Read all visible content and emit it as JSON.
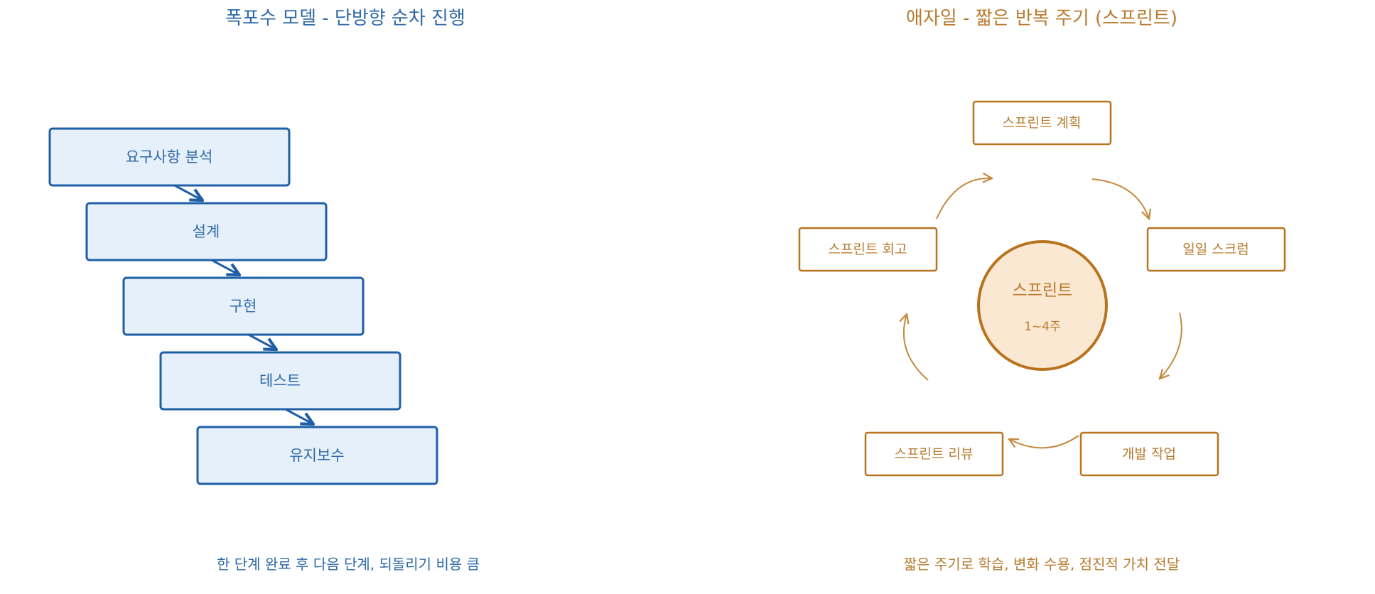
{
  "colors": {
    "blue_stroke": "#1f5fa6",
    "blue_fill": "#e6f0fa",
    "blue_text": "#2f6aa8",
    "orange_stroke": "#b8731f",
    "orange_fill": "#fbe8d2",
    "orange_text": "#b87a2e"
  },
  "waterfall": {
    "title": "폭포수 모델 - 단방향 순차 진행",
    "steps": [
      "요구사항 분석",
      "설계",
      "구현",
      "테스트",
      "유지보수"
    ],
    "caption": "한 단계 완료 후 다음 단계, 되돌리기 비용 큼"
  },
  "agile": {
    "title": "애자일 - 짧은 반복 주기 (스프린트)",
    "center_label": "스프린트",
    "center_sub": "1~4주",
    "stages": [
      "스프린트 계획",
      "일일 스크럼",
      "개발 작업",
      "스프린트 리뷰",
      "스프린트 회고"
    ],
    "caption": "짧은 주기로 학습, 변화 수용, 점진적 가치 전달"
  }
}
